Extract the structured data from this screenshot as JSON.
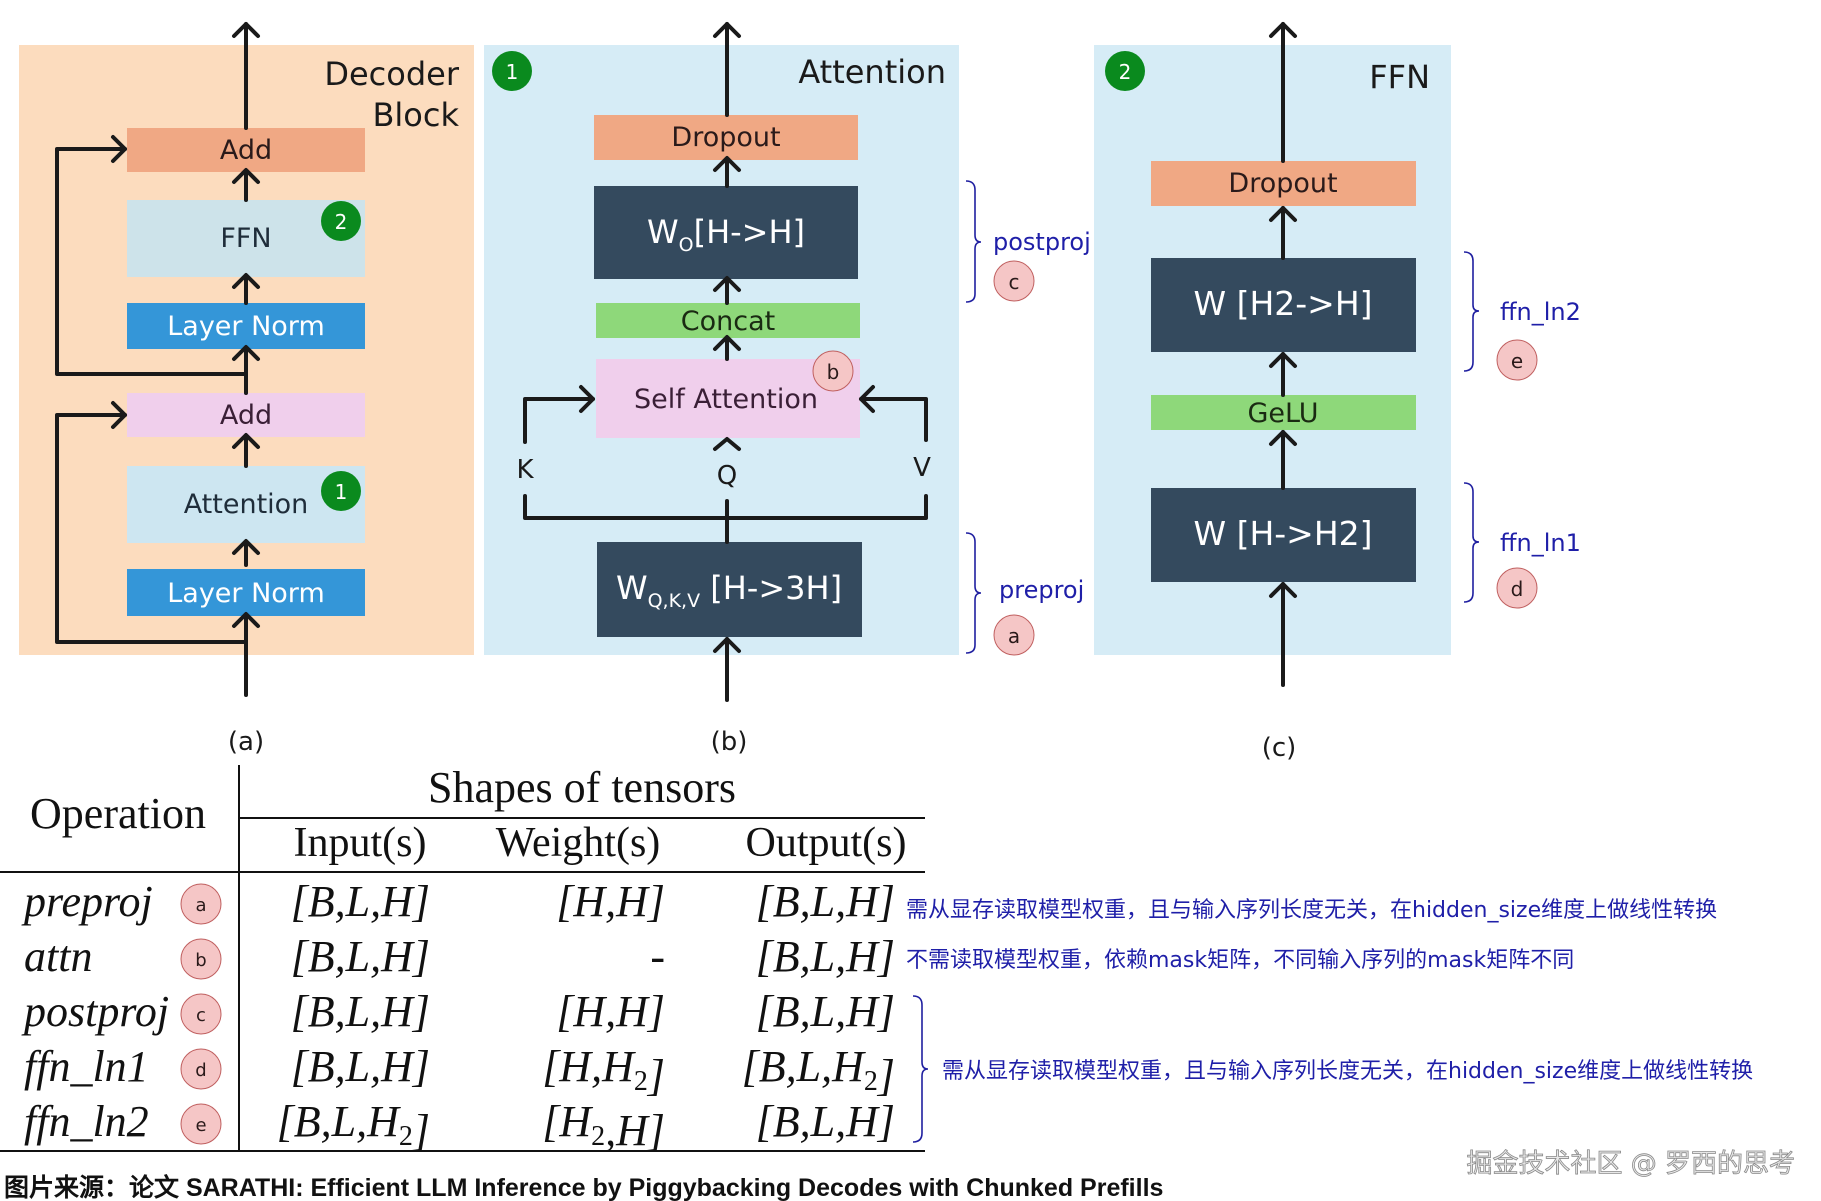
{
  "colors": {
    "decoder_panel": "#fcdcbe",
    "attention_panel": "#d6ecf6",
    "ffn_panel": "#d6ecf6",
    "add_orange": "#f0a884",
    "add_pink": "#f0cfec",
    "light_blue_box": "#cde6f1",
    "layer_norm": "#3496d8",
    "dark_box": "#344a5e",
    "green_box": "#8ed87a",
    "green_badge": "#0a8a1e",
    "pink_badge": "#f5c6c6",
    "annotation_blue": "#1f1fa8"
  },
  "panel_a": {
    "title_line1": "Decoder",
    "title_line2": "Block",
    "boxes": [
      {
        "label": "Add",
        "style": "add_orange"
      },
      {
        "label": "FFN",
        "style": "light_blue_box",
        "badge": "2"
      },
      {
        "label": "Layer Norm",
        "style": "layer_norm"
      },
      {
        "label": "Add",
        "style": "add_pink"
      },
      {
        "label": "Attention",
        "style": "light_blue_box",
        "badge": "1"
      },
      {
        "label": "Layer Norm",
        "style": "layer_norm"
      }
    ],
    "caption": "(a)"
  },
  "panel_b": {
    "title": "Attention",
    "badge": "1",
    "dropout": "Dropout",
    "wo_main": "W",
    "wo_sub": "O",
    "wo_rest": "[H->H]",
    "concat": "Concat",
    "self_attention": "Self Attention",
    "self_attention_badge": "b",
    "k": "K",
    "q": "Q",
    "v": "V",
    "wqkv_main": "W",
    "wqkv_sub": "Q,K,V",
    "wqkv_rest": " [H->3H]",
    "postproj_label": "postproj",
    "postproj_badge": "c",
    "preproj_label": "preproj",
    "preproj_badge": "a",
    "caption": "(b)"
  },
  "panel_c": {
    "title": "FFN",
    "badge": "2",
    "dropout": "Dropout",
    "w2": "W [H2->H]",
    "gelu": "GeLU",
    "w1": "W [H->H2]",
    "ffn_ln2_label": "ffn_ln2",
    "ffn_ln2_badge": "e",
    "ffn_ln1_label": "ffn_ln1",
    "ffn_ln1_badge": "d",
    "caption": "(c)"
  },
  "table": {
    "header_operation": "Operation",
    "header_group": "Shapes of tensors",
    "columns": [
      "Input(s)",
      "Weight(s)",
      "Output(s)"
    ],
    "rows": [
      {
        "op": "preproj",
        "badge": "a",
        "input": "[B,L,H]",
        "weight": "[H,H]",
        "output": "[B,L,H]"
      },
      {
        "op": "attn",
        "badge": "b",
        "input": "[B,L,H]",
        "weight": "-",
        "output": "[B,L,H]"
      },
      {
        "op": "postproj",
        "badge": "c",
        "input": "[B,L,H]",
        "weight": "[H,H]",
        "output": "[B,L,H]"
      },
      {
        "op": "ffn_ln1",
        "badge": "d",
        "input": "[B,L,H]",
        "weight": "[H,H2]",
        "output": "[B,L,H2]"
      },
      {
        "op": "ffn_ln2",
        "badge": "e",
        "input": "[B,L,H2]",
        "weight": "[H2,H]",
        "output": "[B,L,H]"
      }
    ],
    "notes": [
      "需从显存读取模型权重，且与输入序列长度无关，在hidden_size维度上做线性转换",
      "不需读取模型权重，依赖mask矩阵，不同输入序列的mask矩阵不同",
      "需从显存读取模型权重，且与输入序列长度无关，在hidden_size维度上做线性转换"
    ]
  },
  "source_caption": "图片来源：论文 SARATHI: Efficient LLM Inference by Piggybacking Decodes with Chunked Prefills",
  "watermark": "掘金技术社区 @ 罗西的思考"
}
